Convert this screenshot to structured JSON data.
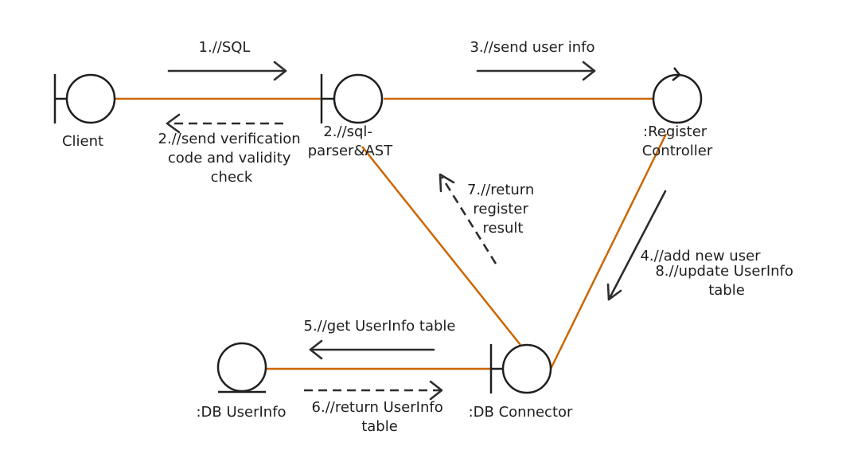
{
  "objects": {
    "client": "Client",
    "sql_parser": [
      "2.//sql-",
      "parser&AST"
    ],
    "register_controller": [
      ":Register",
      "Controller"
    ],
    "db_connector": ":DB Connector",
    "db_userinfo": ":DB UserInfo"
  },
  "messages": {
    "m1": [
      "1.//SQL"
    ],
    "m2": [
      "2.//send verification",
      "code and validity",
      "check"
    ],
    "m3": [
      "3.//send user info"
    ],
    "m4": [
      "4.//add new user"
    ],
    "m8": [
      "8.//update UserInfo",
      "table"
    ],
    "m5": [
      "5.//get UserInfo table"
    ],
    "m6": [
      "6.//return UserInfo",
      "table"
    ],
    "m7": [
      "7.//return",
      "register",
      "result"
    ]
  },
  "colors": {
    "link": "#cc6600",
    "arrow": "#2d2d2d",
    "outline": "#1f1f1f"
  }
}
